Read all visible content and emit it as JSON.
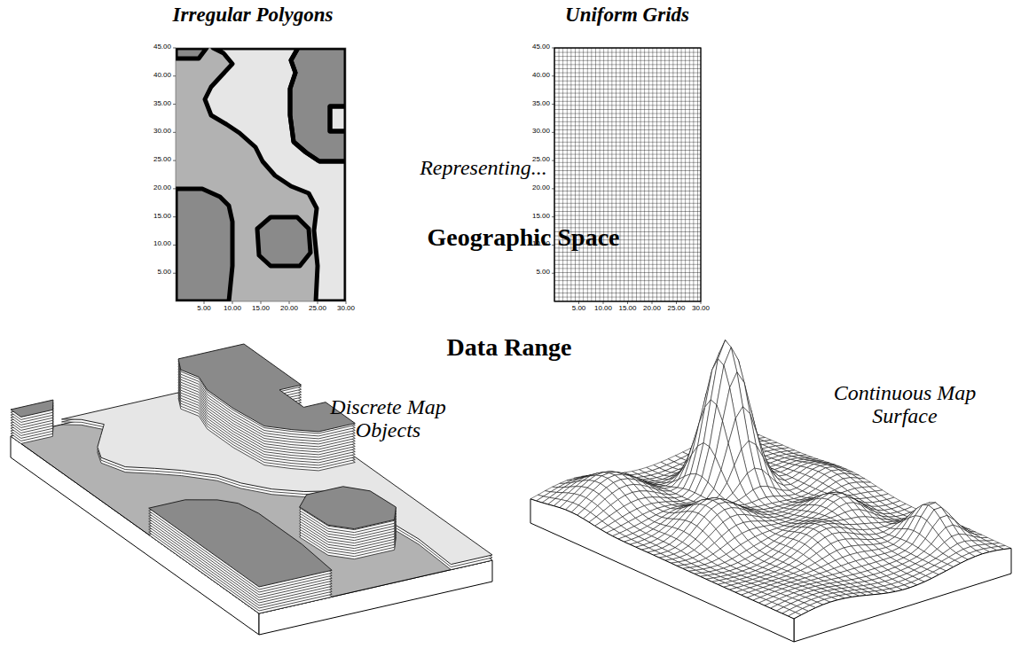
{
  "diagram": {
    "labels": [
      "Irregular Polygons",
      "Uniform Grids",
      "Representing...",
      "Geographic Space",
      "Data Range",
      "Discrete Map Objects",
      "Continuous Map Surface",
      "45.00",
      "40.00",
      "35.00",
      "30.00",
      "25.00",
      "20.00",
      "15.00",
      "10.00",
      "5.00",
      "5.00",
      "10.00",
      "15.00",
      "20.00",
      "25.00",
      "30.00",
      "45.00",
      "40.00",
      "35.00",
      "30.00",
      "25.00",
      "20.00",
      "15.00",
      "10.00",
      "5.00",
      "5.00",
      "10.00",
      "15.00",
      "20.00",
      "25.00",
      "30.00"
    ]
  }
}
